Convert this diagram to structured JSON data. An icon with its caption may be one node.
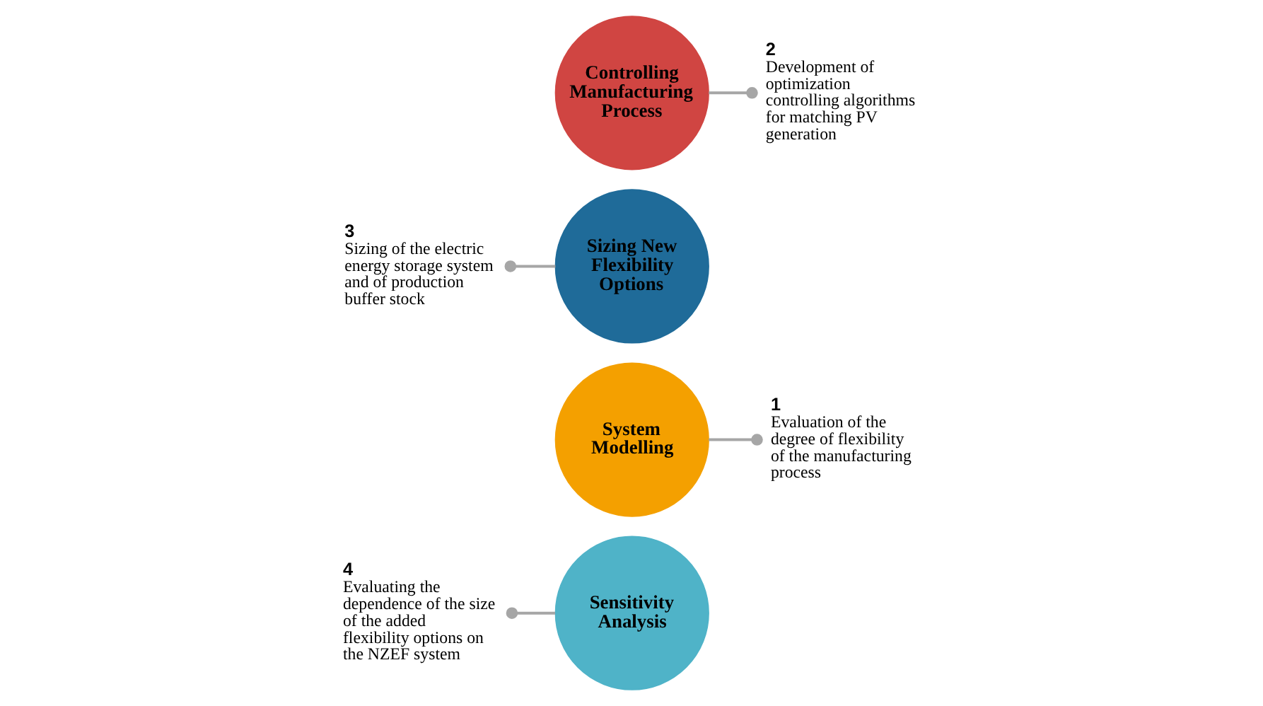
{
  "diagram": {
    "nodes": [
      {
        "text": [
          "Sensitivity Analysis"
        ]
      },
      {
        "text": [
          "System Modelling"
        ]
      },
      {
        "text": [
          "Sizing New Flexibility Options"
        ]
      },
      {
        "text": [
          "Controlling Manufacturing Process"
        ]
      },
      {
        "text": [
          "4",
          "Evaluating the dependence of the size of the added flexibility options on the NZEF system"
        ]
      },
      {
        "text": [
          "1",
          "Evaluation of the degree of flexibility of the manufacturing process"
        ]
      },
      {
        "text": [
          "3",
          "Sizing of the electric energy storage system and of production buffer stock"
        ]
      },
      {
        "text": [
          "2",
          "Development of optimization controlling algorithms for matching PV generation"
        ]
      }
    ],
    "edges": [
      {
        "from": 0,
        "to": 4,
        "arrow": "other"
      },
      {
        "from": 1,
        "to": 5,
        "arrow": "other"
      },
      {
        "from": 2,
        "to": 6,
        "arrow": "other"
      },
      {
        "from": 3,
        "to": 7,
        "arrow": "other"
      }
    ]
  }
}
